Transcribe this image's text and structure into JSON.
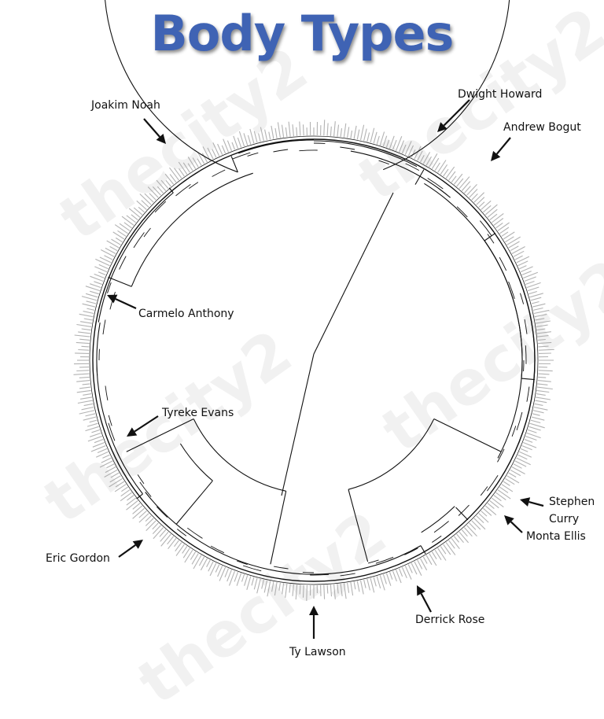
{
  "title": "Body Types",
  "watermark": "thecity2",
  "colors": {
    "title": "#3f63b4",
    "lines": "#111111",
    "leaf_labels": "#999999"
  },
  "leaf_count": 420,
  "annotations": [
    {
      "id": "joakim-noah",
      "text": "Joakim Noah"
    },
    {
      "id": "dwight-howard",
      "text": "Dwight Howard"
    },
    {
      "id": "andrew-bogut",
      "text": "Andrew Bogut"
    },
    {
      "id": "carmelo-anthony",
      "text": "Carmelo Anthony"
    },
    {
      "id": "tyreke-evans",
      "text": "Tyreke Evans"
    },
    {
      "id": "stephen-curry-1",
      "text": "Stephen"
    },
    {
      "id": "stephen-curry-2",
      "text": "Curry"
    },
    {
      "id": "monta-ellis",
      "text": "Monta Ellis"
    },
    {
      "id": "eric-gordon",
      "text": "Eric Gordon"
    },
    {
      "id": "derrick-rose",
      "text": "Derrick Rose"
    },
    {
      "id": "ty-lawson",
      "text": "Ty Lawson"
    }
  ]
}
